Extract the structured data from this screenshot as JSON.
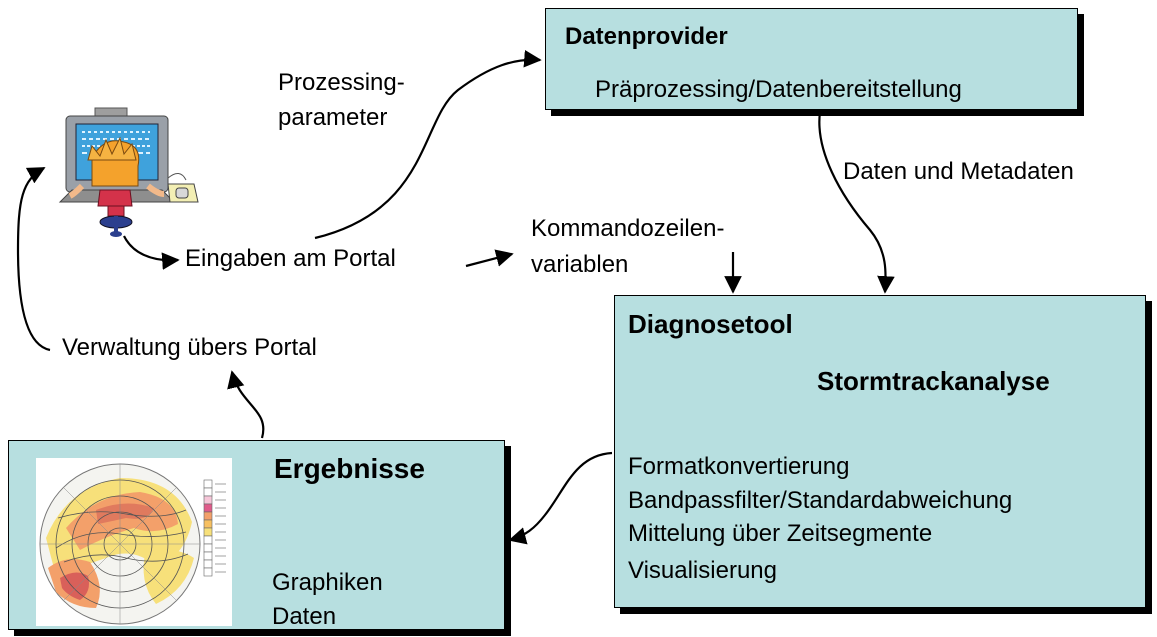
{
  "provider": {
    "title": "Datenprovider",
    "subtitle": "Präprozessing/Datenbereitstellung"
  },
  "diagnosetool": {
    "title": "Diagnosetool",
    "subtitle": "Stormtrackanalyse",
    "steps": [
      "Formatkonvertierung",
      "Bandpassfilter/Standardabweichung",
      "Mittelung über Zeitsegmente",
      "Visualisierung"
    ]
  },
  "ergebnisse": {
    "title": "Ergebnisse",
    "items": [
      "Graphiken",
      "Daten"
    ]
  },
  "labels": {
    "prozessing_line1": "Prozessing-",
    "prozessing_line2": "parameter",
    "daten_metadaten": "Daten und Metadaten",
    "eingaben": "Eingaben am Portal",
    "kommando_line1": "Kommandozeilen-",
    "kommando_line2": "variablen",
    "verwaltung": "Verwaltung übers Portal"
  },
  "colors": {
    "box_fill": "#b7dfe0",
    "shadow": "#000000"
  },
  "icons": [
    "computer-user-icon",
    "polar-map-thumbnail"
  ]
}
